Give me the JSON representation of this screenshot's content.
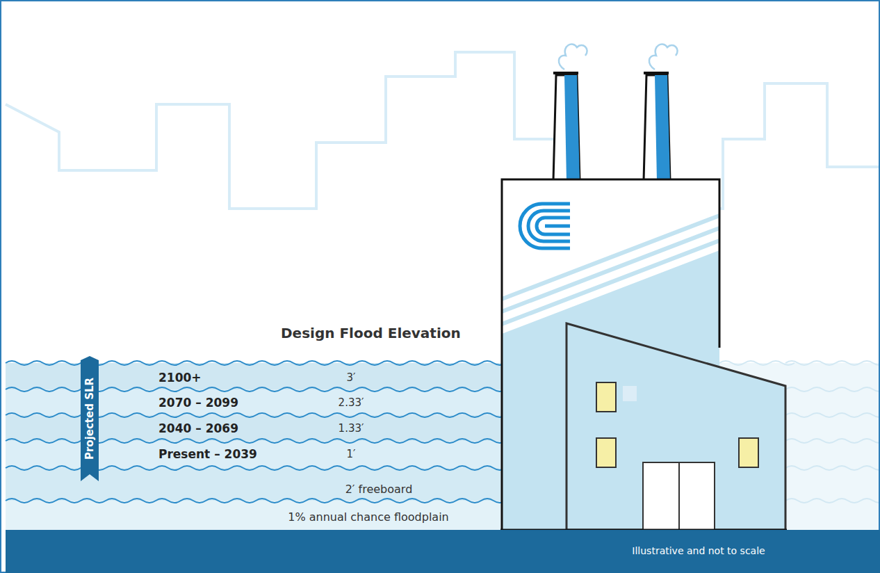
{
  "diagram": {
    "title": "Design Flood Elevation",
    "nodes": [
      {
        "text": [
          "Projected SLR"
        ]
      },
      {
        "text": [
          "2100+",
          "3′"
        ]
      },
      {
        "text": [
          "2070 – 2099",
          "2.33′"
        ]
      },
      {
        "text": [
          "2040 – 2069",
          "1.33′"
        ]
      },
      {
        "text": [
          "Present – 2039",
          "1′"
        ]
      },
      {
        "text": [
          "2′ freeboard"
        ]
      },
      {
        "text": [
          "1% annual chance floodplain"
        ]
      },
      {
        "text": [
          "Illustrative and not to scale"
        ]
      }
    ]
  }
}
